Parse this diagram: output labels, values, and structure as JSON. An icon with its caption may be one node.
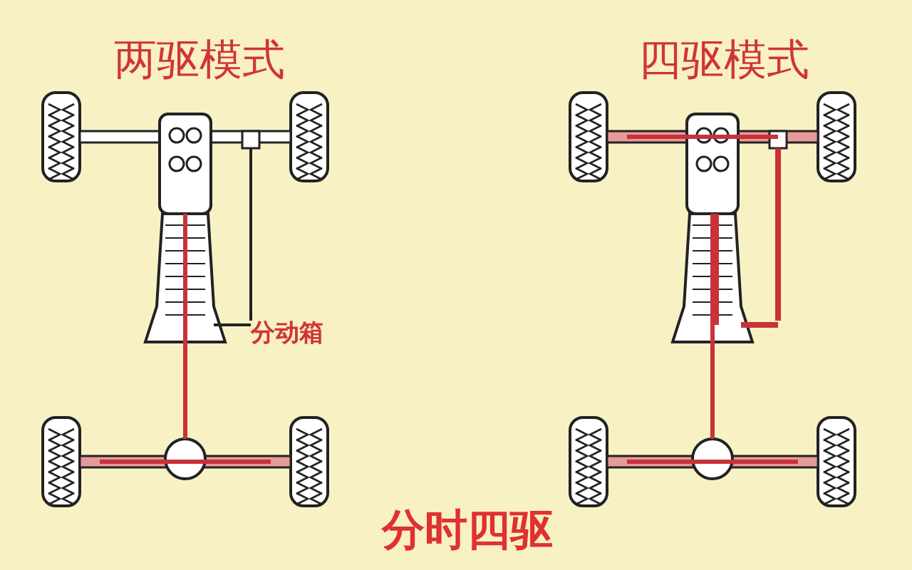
{
  "diagram": {
    "caption": "分时四驱",
    "labels": [
      "两驱模式",
      "四驱模式",
      "分动箱"
    ]
  }
}
